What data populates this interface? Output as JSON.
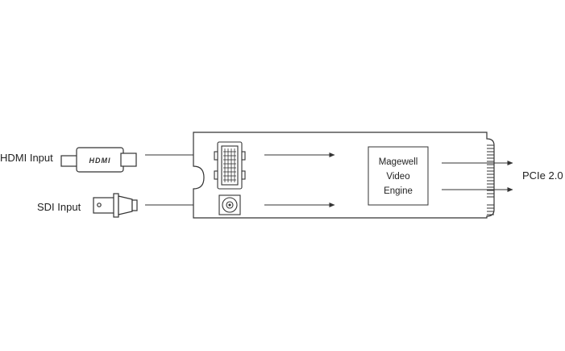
{
  "labels": {
    "hdmi_input": "HDMI Input",
    "sdi_input": "SDI Input",
    "engine_line1": "Magewell",
    "engine_line2": "Video",
    "engine_line3": "Engine",
    "pcie": "PCIe 2.0",
    "hdmi_plug_text": "HDMI"
  },
  "colors": {
    "stroke": "#333333",
    "text": "#222222",
    "fill": "#ffffff"
  }
}
